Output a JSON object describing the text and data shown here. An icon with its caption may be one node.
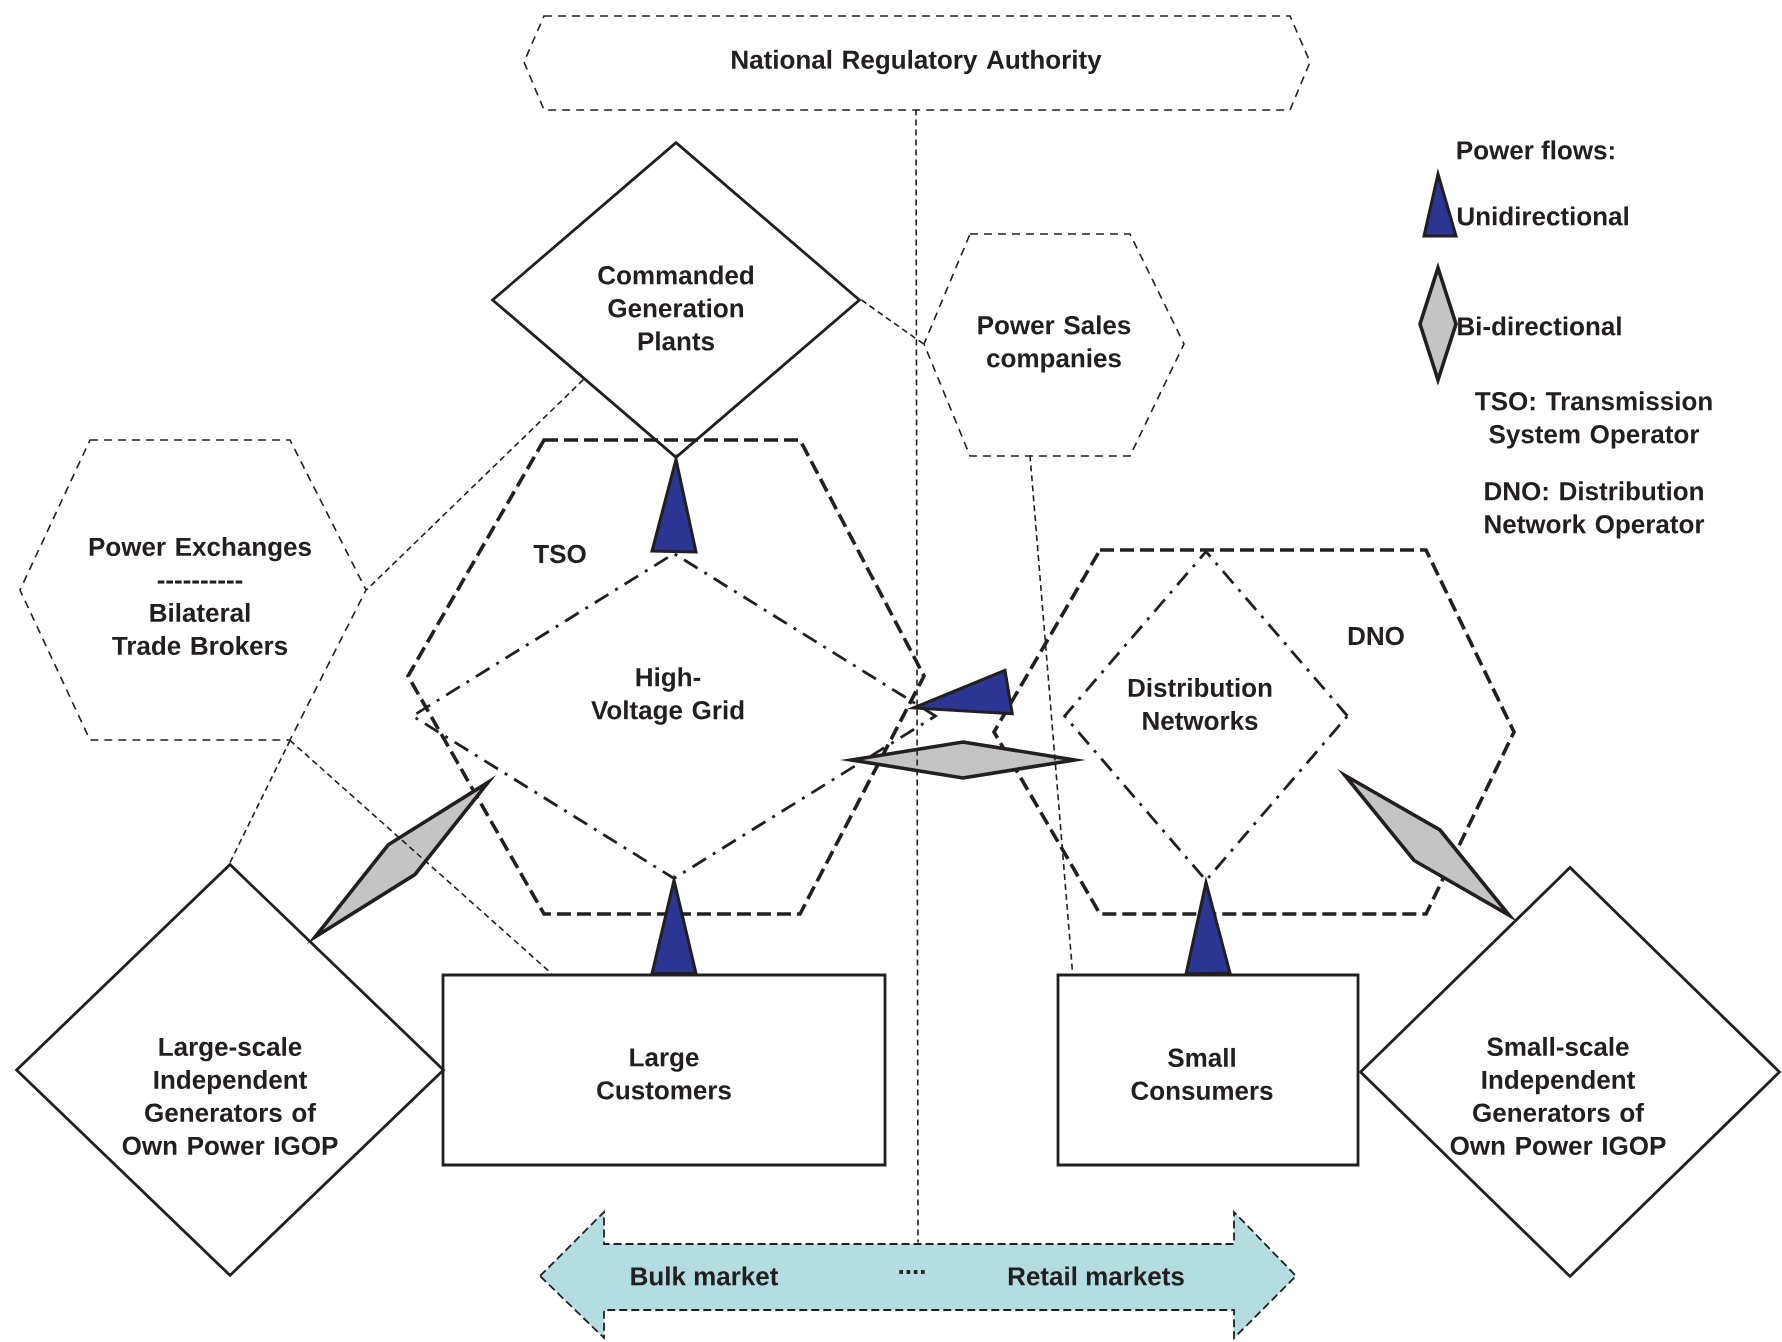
{
  "diagram": {
    "nodes": [
      {
        "text": [
          "National Regulatory Authority"
        ]
      },
      {
        "text": [
          "Commanded Generation Plants"
        ]
      },
      {
        "text": [
          "Power Sales companies"
        ]
      },
      {
        "text": [
          "Power Exchanges",
          "----------",
          "Bilateral Trade Brokers"
        ]
      },
      {
        "text": [
          "TSO"
        ]
      },
      {
        "text": [
          "High-Voltage Grid"
        ],
        "in": 4
      },
      {
        "text": [
          "DNO"
        ]
      },
      {
        "text": [
          "Distribution Networks"
        ],
        "in": 6
      },
      {
        "text": [
          "Large-scale Independent Generators of Own Power IGOP"
        ]
      },
      {
        "text": [
          "Large Customers"
        ]
      },
      {
        "text": [
          "Small Consumers"
        ]
      },
      {
        "text": [
          "Small-scale Independent Generators of Own Power IGOP"
        ]
      },
      {
        "text": [
          "Bulk market",
          "....",
          "Retail markets"
        ]
      }
    ],
    "edges": [
      {
        "from": 5,
        "to": 1,
        "arrow": "to"
      },
      {
        "from": 9,
        "to": 5,
        "arrow": "to"
      },
      {
        "from": 7,
        "to": 5,
        "arrow": "to"
      },
      {
        "from": 5,
        "to": 7,
        "arrow": "both"
      },
      {
        "from": 8,
        "to": 5,
        "arrow": "both"
      },
      {
        "from": 7,
        "to": 11,
        "arrow": "both"
      },
      {
        "from": 10,
        "to": 7,
        "arrow": "to"
      },
      {
        "from": 0,
        "to": 12,
        "arrow": "none",
        "style": "dashed"
      },
      {
        "from": 1,
        "to": 2,
        "arrow": "none",
        "style": "dashed"
      },
      {
        "from": 1,
        "to": 3,
        "arrow": "none",
        "style": "dashed"
      },
      {
        "from": 3,
        "to": 8,
        "arrow": "none",
        "style": "dashed"
      },
      {
        "from": 3,
        "to": 9,
        "arrow": "none",
        "style": "dashed"
      },
      {
        "from": 2,
        "to": 10,
        "arrow": "none",
        "style": "dashed"
      }
    ],
    "labels": [
      "Power flows:",
      "TSO: Transmission System Operator",
      "DNO: Distribution Network Operator"
    ],
    "legend": [
      {
        "text": "Unidirectional"
      },
      {
        "text": "Bi-directional"
      }
    ]
  }
}
